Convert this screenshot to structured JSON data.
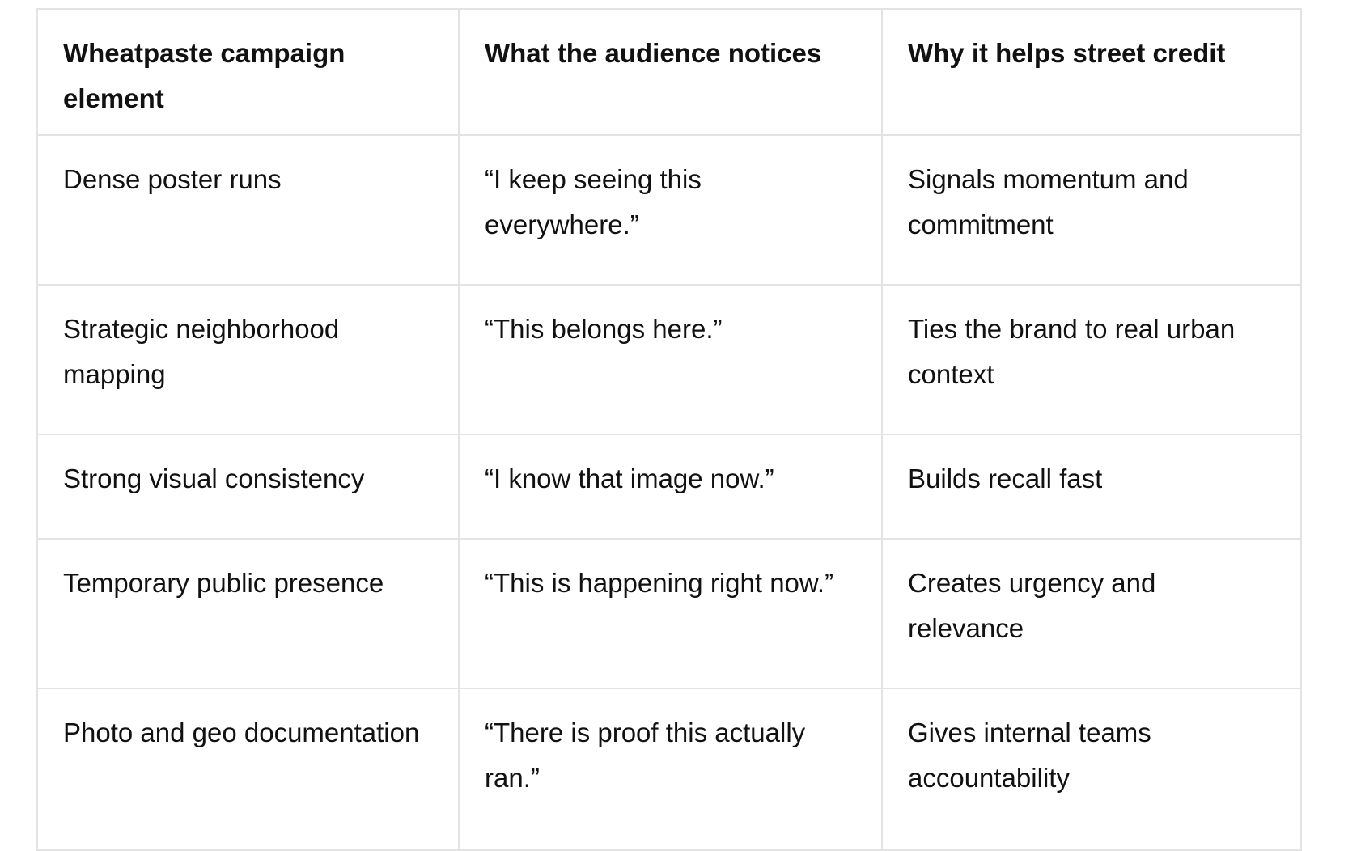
{
  "table": {
    "headers": [
      "Wheatpaste campaign element",
      "What the audience notices",
      "Why it helps street credit"
    ],
    "rows": [
      [
        "Dense poster runs",
        "“I keep seeing this everywhere.”",
        "Signals momentum and commitment"
      ],
      [
        "Strategic neighborhood mapping",
        "“This belongs here.”",
        "Ties the brand to real urban context"
      ],
      [
        "Strong visual consistency",
        "“I know that image now.”",
        "Builds recall fast"
      ],
      [
        "Temporary public presence",
        "“This is happening right now.”",
        "Creates urgency and relevance"
      ],
      [
        "Photo and geo documentation",
        "“There is proof this actually ran.”",
        "Gives internal teams accountability"
      ]
    ]
  }
}
